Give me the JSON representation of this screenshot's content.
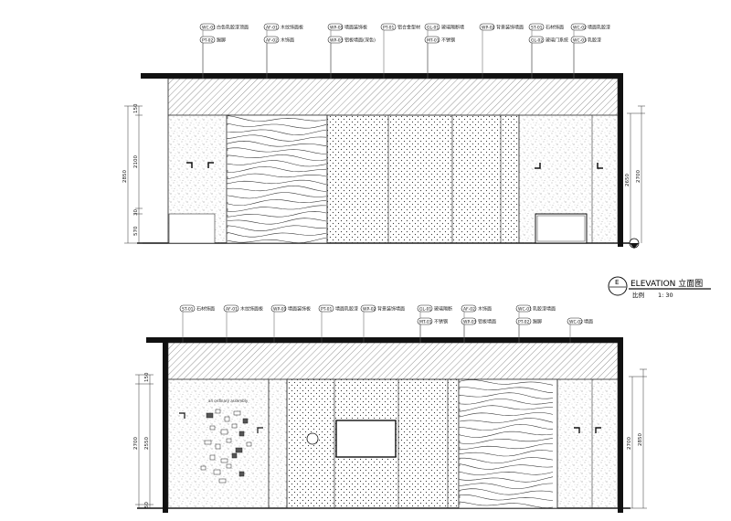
{
  "title_block": {
    "title": "ELEVATION 立面图",
    "scale_label": "比例",
    "scale_value": "1: 30",
    "bubble_letter": "E"
  },
  "elevation_top": {
    "tags": [
      {
        "code": "WC-01",
        "text": "白色乳胶漆顶面"
      },
      {
        "code": "AF-01",
        "text": "木纹饰面板"
      },
      {
        "code": "WP-01",
        "text": "墙面装饰板"
      },
      {
        "code": "PT-01",
        "text": "铝合金型材"
      },
      {
        "code": "GL-01",
        "text": "玻璃隔断墙"
      },
      {
        "code": "WP-02",
        "text": "背景装饰墙面"
      },
      {
        "code": "ST-01",
        "text": "石材饰面"
      },
      {
        "code": "WC-02",
        "text": "墙面乳胶漆"
      }
    ],
    "tags_row2": [
      {
        "code": "PT-02",
        "text": "踢脚"
      },
      {
        "code": "AF-02",
        "text": "木饰面"
      },
      {
        "code": "WP-03",
        "text": "铝板墙面(深色)"
      },
      {
        "code": "MT-01",
        "text": "不锈钢"
      },
      {
        "code": "GL-02",
        "text": "玻璃门系统"
      },
      {
        "code": "WC-03",
        "text": "乳胶漆"
      }
    ],
    "dims_left": [
      "150",
      "2100",
      "30",
      "570"
    ],
    "dim_left_total": "2850",
    "dims_right": [
      "2650",
      "2700"
    ]
  },
  "elevation_bottom": {
    "tags": [
      {
        "code": "ST-01",
        "text": "石材饰面"
      },
      {
        "code": "AF-01",
        "text": "木纹饰面板"
      },
      {
        "code": "WP-01",
        "text": "墙面装饰板"
      },
      {
        "code": "PT-01",
        "text": "墙面乳胶漆"
      },
      {
        "code": "WP-02",
        "text": "背景装饰墙面"
      },
      {
        "code": "GL-01",
        "text": "玻璃隔断"
      },
      {
        "code": "AF-02",
        "text": "木饰面"
      },
      {
        "code": "WC-01",
        "text": "乳胶漆墙面"
      }
    ],
    "tags_row2": [
      {
        "code": "MT-01",
        "text": "不锈钢"
      },
      {
        "code": "WP-03",
        "text": "铝板墙面"
      },
      {
        "code": "PT-02",
        "text": "踢脚"
      },
      {
        "code": "WC-02",
        "text": "墙面"
      }
    ],
    "dims_left": [
      "150",
      "2700",
      "2550",
      "50"
    ],
    "dims_right": [
      "2700",
      "2850"
    ],
    "graphic_wall_title": "an ordinary assembly"
  },
  "colors": {
    "line": "#111111",
    "thin": "#444444",
    "hatch": "#555555",
    "dot": "#333333",
    "tag_fill": "#ffffff"
  }
}
